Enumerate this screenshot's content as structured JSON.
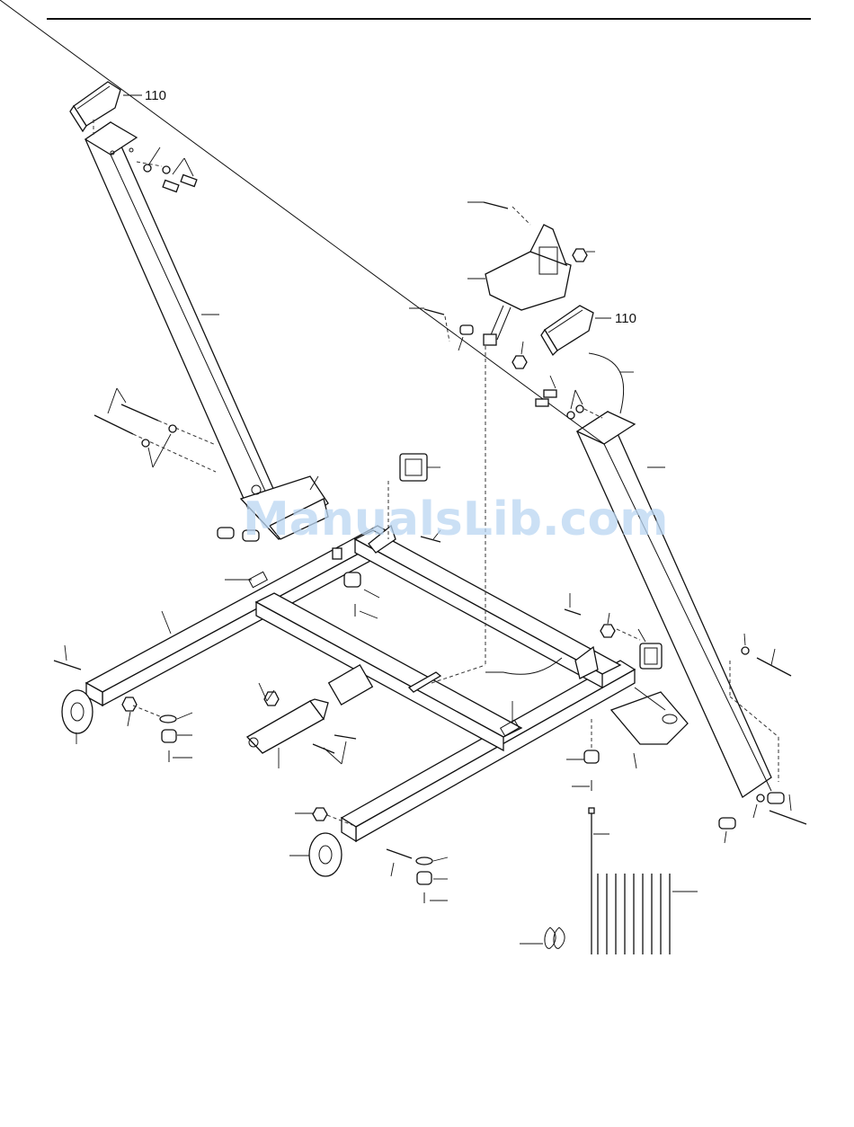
{
  "callouts": {
    "top_left_bracket": "110",
    "right_bracket": "110"
  },
  "watermark": "ManualsLib.com"
}
